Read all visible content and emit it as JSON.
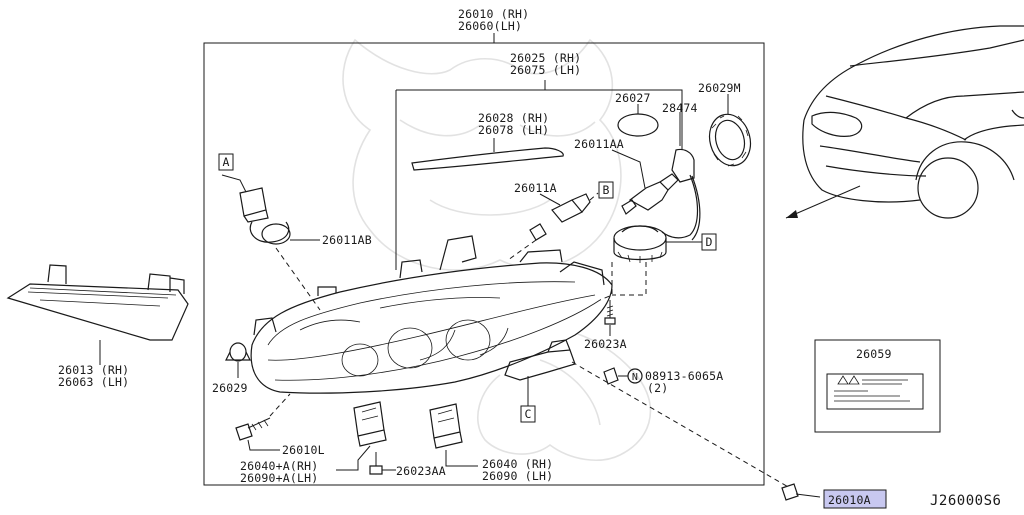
{
  "diagram": {
    "drawing_code": "J26000S6",
    "highlight_color": "#c8c8f0",
    "labels": {
      "assembly_rh": "26010 (RH)",
      "assembly_lh": "26060(LH)",
      "housing_rh": "26025 (RH)",
      "housing_lh": "26075 (LH)",
      "strip_rh": "26028 (RH)",
      "strip_lh": "26078 (LH)",
      "bulb_26027": "26027",
      "cap_28474": "28474",
      "ring_26029m": "26029M",
      "bulb_26011aa": "26011AA",
      "bulb_26011a": "26011A",
      "bulb_26011ab": "26011AB",
      "bracket_rh": "26013 (RH)",
      "bracket_lh": "26063 (LH)",
      "grommet_26029": "26029",
      "screw_26023a": "26023A",
      "nut_spec": "08913-6065A",
      "nut_qty": "(2)",
      "nut_marker": "N",
      "label_26059": "26059",
      "bolt_26010l": "26010L",
      "socket_left_rh": "26040+A(RH)",
      "socket_left_lh": "26090+A(LH)",
      "screw_26023aa": "26023AA",
      "socket_right_rh": "26040 (RH)",
      "socket_right_lh": "26090 (LH)",
      "bolt_26010a": "26010A"
    },
    "ref_markers": {
      "a": "A",
      "b": "B",
      "c": "C",
      "d": "D"
    }
  }
}
